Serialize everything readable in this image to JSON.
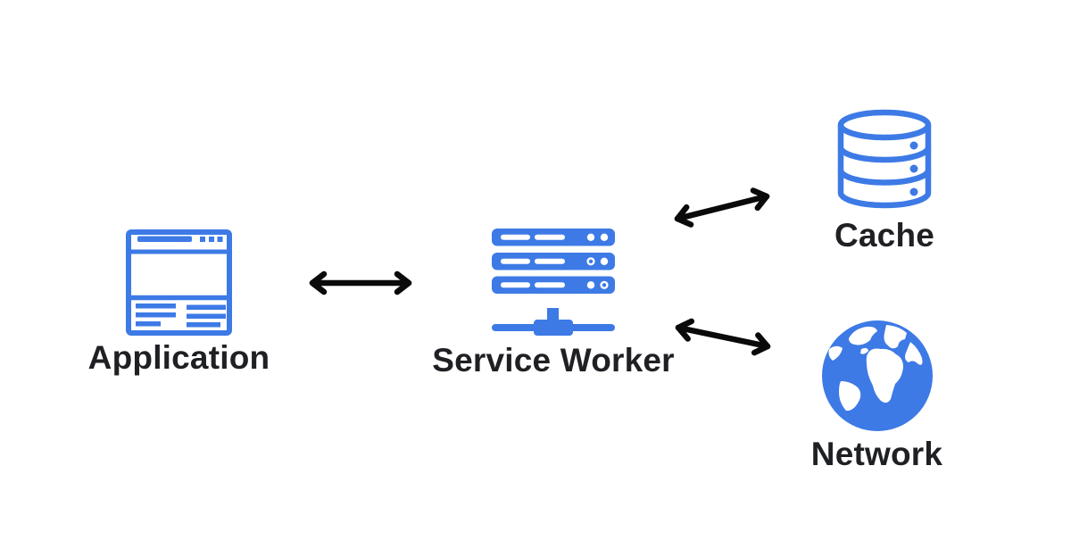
{
  "diagram": {
    "nodes": [
      {
        "id": "application",
        "label": "Application",
        "icon": "browser-window-icon"
      },
      {
        "id": "service-worker",
        "label": "Service Worker",
        "icon": "server-stack-icon"
      },
      {
        "id": "cache",
        "label": "Cache",
        "icon": "database-icon"
      },
      {
        "id": "network",
        "label": "Network",
        "icon": "globe-icon"
      }
    ],
    "edges": [
      {
        "from": "Application",
        "to": "Service Worker",
        "style": "bidirectional-arrow"
      },
      {
        "from": "Service Worker",
        "to": "Cache",
        "style": "bidirectional-arrow"
      },
      {
        "from": "Service Worker",
        "to": "Network",
        "style": "bidirectional-arrow"
      }
    ]
  },
  "colors": {
    "accent": "#3D7AE6",
    "arrow": "#0A0A0A",
    "label": "#1F2023",
    "background": "#FFFFFF"
  }
}
